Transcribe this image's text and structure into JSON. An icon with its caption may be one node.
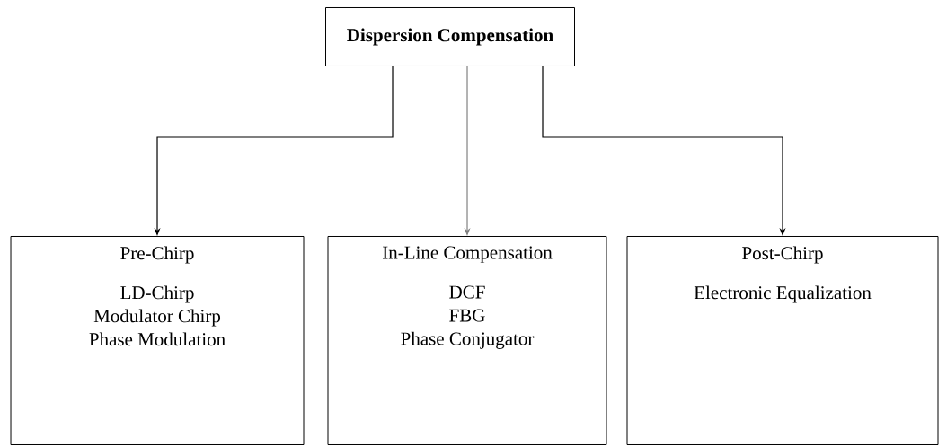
{
  "diagram": {
    "nodes": [
      {
        "text": [
          "Dispersion Compensation"
        ]
      },
      {
        "text": [
          "Pre-Chirp",
          "LD-Chirp",
          "Modulator Chirp",
          "Phase Modulation"
        ]
      },
      {
        "text": [
          "In-Line Compensation",
          "DCF",
          "FBG",
          "Phase Conjugator"
        ]
      },
      {
        "text": [
          "Post-Chirp",
          "Electronic Equalization"
        ]
      }
    ],
    "edges": [
      {
        "from": 0,
        "to": 1,
        "arrow": "to"
      },
      {
        "from": 0,
        "to": 2,
        "arrow": "to",
        "color": "#808080"
      },
      {
        "from": 0,
        "to": 3,
        "arrow": "to"
      }
    ]
  }
}
